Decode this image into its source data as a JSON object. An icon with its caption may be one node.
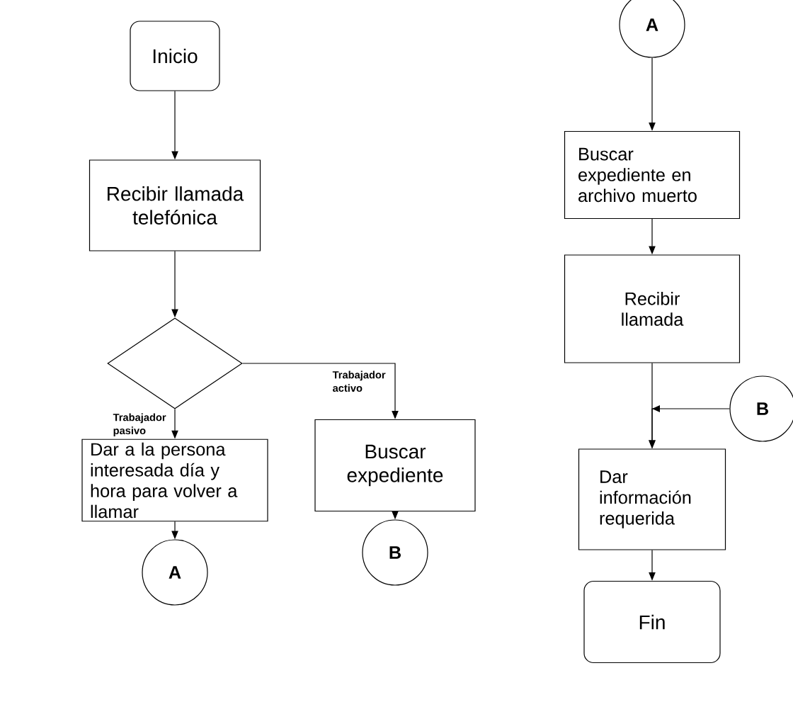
{
  "diagram": {
    "nodes": [
      {
        "text": [
          "Inicio"
        ]
      },
      {
        "text": [
          "Recibir llamada telefónica"
        ]
      },
      {
        "text": [],
        "shape": "diamond"
      },
      {
        "text": [
          "Dar a la persona interesada día y hora para volver a llamar"
        ]
      },
      {
        "text": [
          "Buscar expediente"
        ]
      },
      {
        "text": [
          "A"
        ]
      },
      {
        "text": [
          "B"
        ]
      },
      {
        "text": [
          "A"
        ]
      },
      {
        "text": [
          "Buscar expediente en archivo muerto"
        ]
      },
      {
        "text": [
          "Recibir llamada"
        ]
      },
      {
        "text": [
          "B"
        ]
      },
      {
        "text": [
          "Dar información requerida"
        ]
      },
      {
        "text": [
          "Fin"
        ]
      }
    ],
    "edges": [
      {
        "from": 0,
        "to": 1,
        "arrow": "to"
      },
      {
        "from": 1,
        "to": 2,
        "arrow": "to"
      },
      {
        "from": 2,
        "to": 3,
        "arrow": "to",
        "label": "Trabajador pasivo"
      },
      {
        "from": 2,
        "to": 4,
        "arrow": "to",
        "label": "Trabajador activo"
      },
      {
        "from": 3,
        "to": 5,
        "arrow": "to"
      },
      {
        "from": 4,
        "to": 6,
        "arrow": "to"
      },
      {
        "from": 7,
        "to": 8,
        "arrow": "to"
      },
      {
        "from": 8,
        "to": 9,
        "arrow": "to"
      },
      {
        "from": 9,
        "to": 11,
        "arrow": "to"
      },
      {
        "from": 10,
        "to": 11,
        "arrow": "to"
      },
      {
        "from": 11,
        "to": 12,
        "arrow": "to"
      }
    ]
  }
}
